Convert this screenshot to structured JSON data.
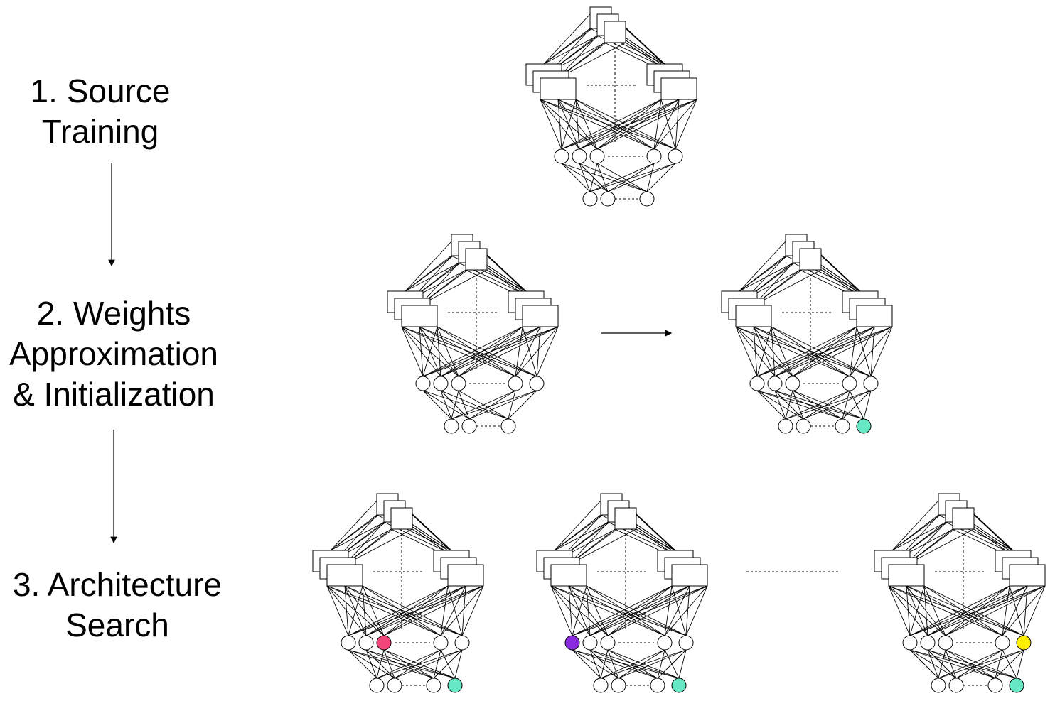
{
  "steps": [
    {
      "label": "1. Source\nTraining"
    },
    {
      "label": "2. Weights\nApproximation\n& Initialization"
    },
    {
      "label": "3. Architecture\nSearch"
    }
  ],
  "colors": {
    "stroke": "#000000",
    "background": "#ffffff",
    "new_class_node": "#66e8c4",
    "searched_node_pink": "#f2457a",
    "searched_node_purple": "#8a2be2",
    "searched_node_yellow": "#ffee00"
  },
  "networks": [
    {
      "id": "source",
      "new_output": false,
      "highlight": null
    },
    {
      "id": "approx-before",
      "new_output": false,
      "highlight": null
    },
    {
      "id": "approx-after",
      "new_output": true,
      "highlight": null
    },
    {
      "id": "search-1",
      "new_output": true,
      "highlight": {
        "index": 2,
        "color": "#f2457a"
      }
    },
    {
      "id": "search-2",
      "new_output": true,
      "highlight": {
        "index": 0,
        "color": "#8a2be2"
      }
    },
    {
      "id": "search-n",
      "new_output": true,
      "highlight": {
        "index": 4,
        "color": "#ffee00"
      }
    }
  ]
}
